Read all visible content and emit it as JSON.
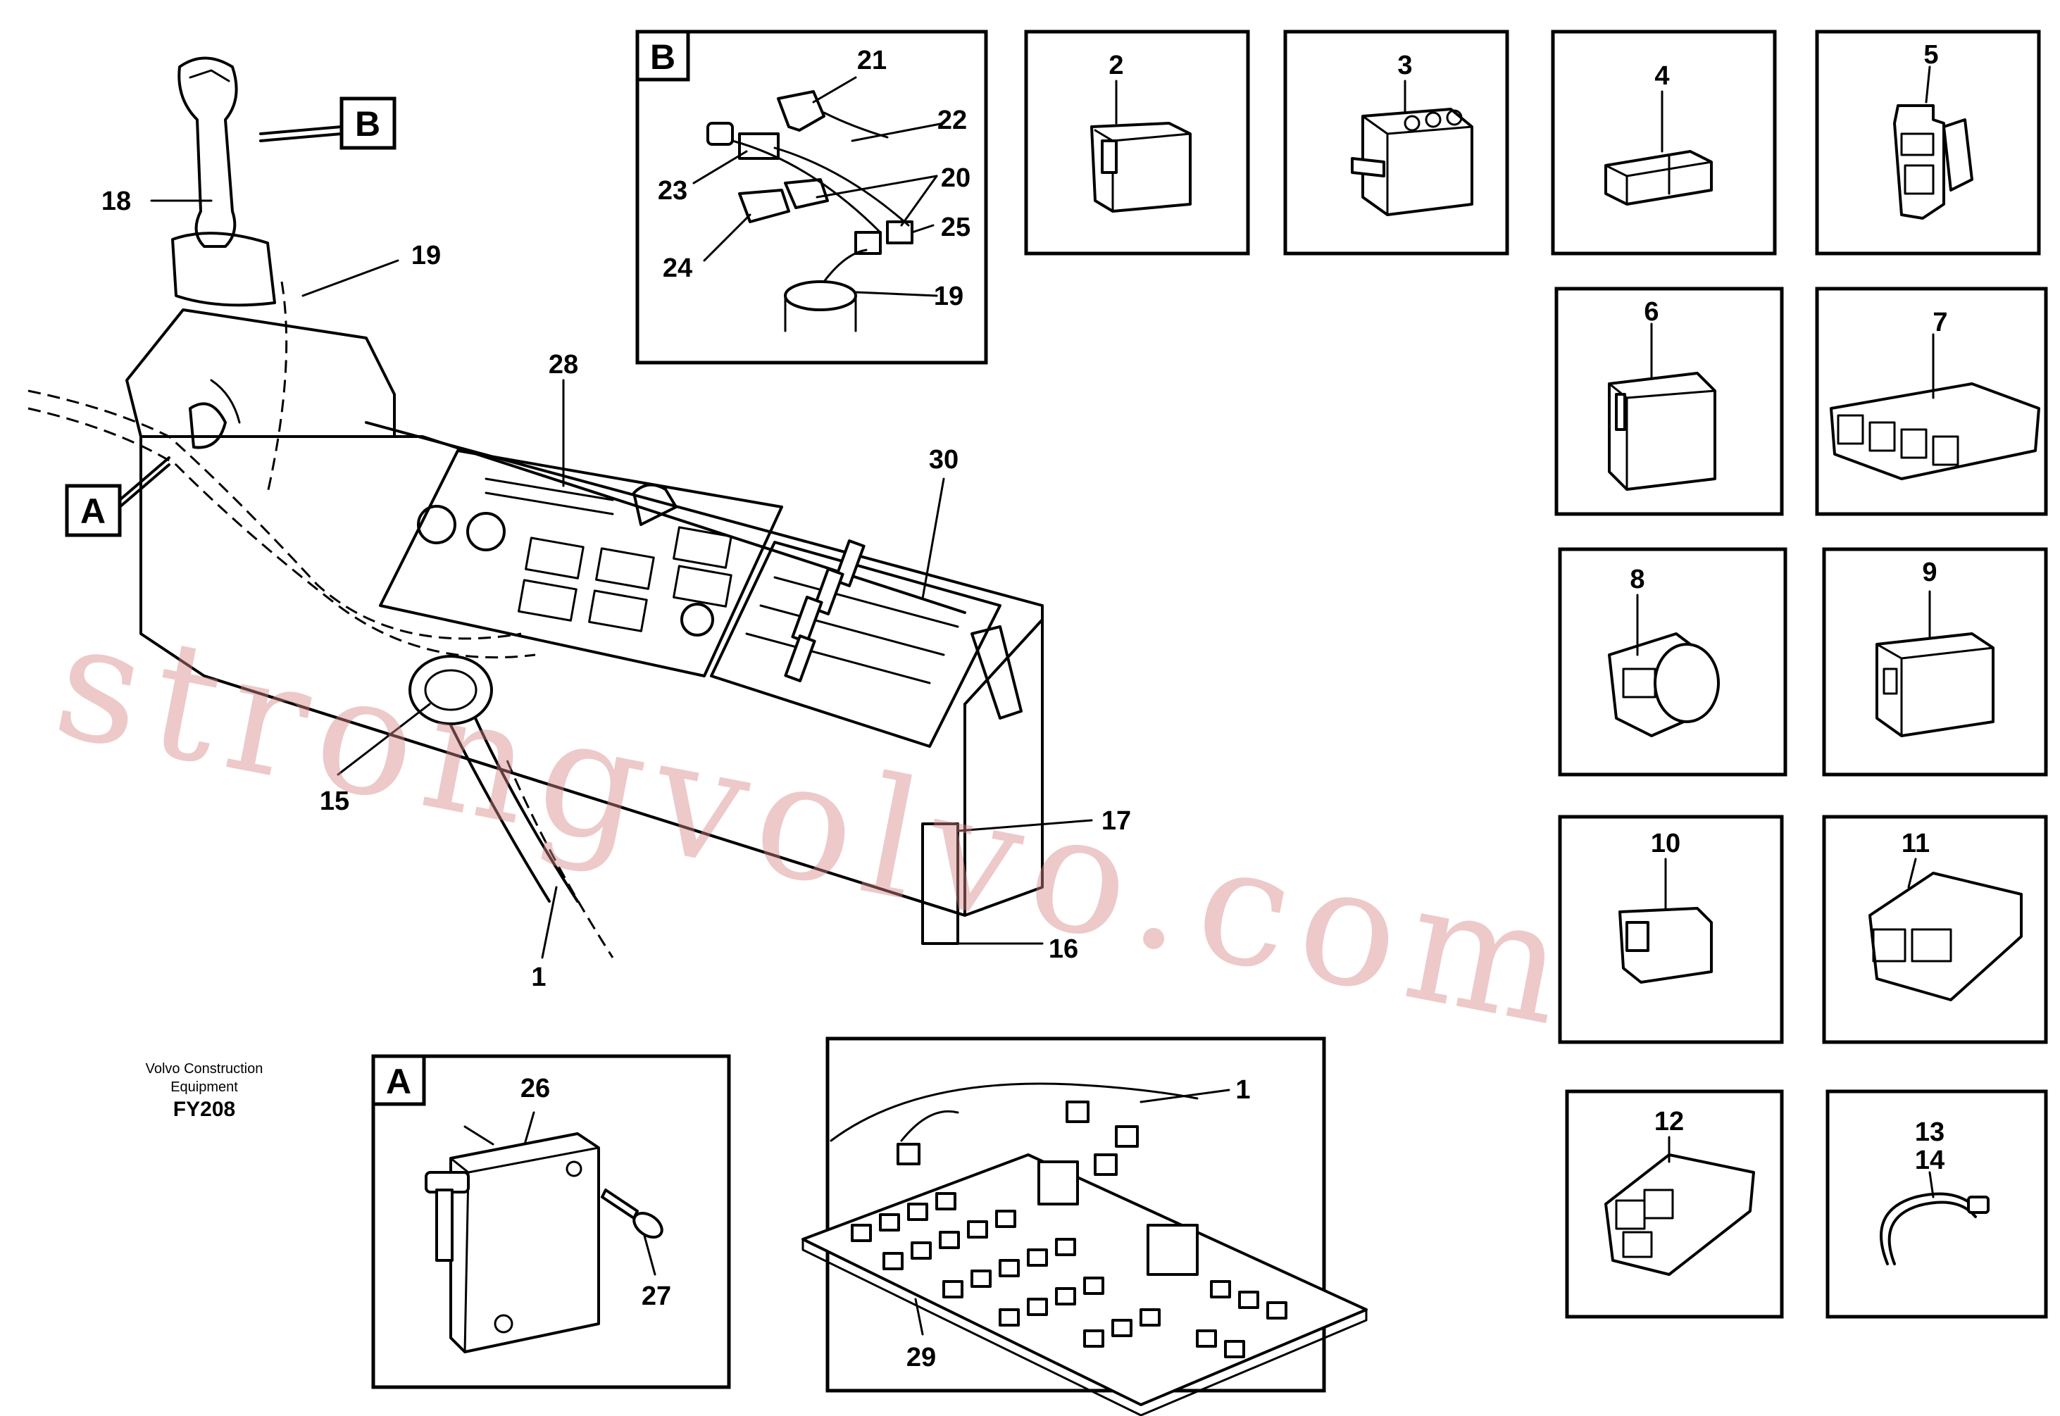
{
  "tags": {
    "a": "A",
    "b": "B"
  },
  "panels": {
    "b_detail": {
      "tag": "B",
      "labels": [
        "21",
        "22",
        "20",
        "23",
        "25",
        "24",
        "19"
      ]
    },
    "a_detail": {
      "tag": "A",
      "labels": [
        "26",
        "27"
      ]
    },
    "board": {
      "labels": [
        "1",
        "29"
      ]
    }
  },
  "main_labels": {
    "l18": "18",
    "l19": "19",
    "l28": "28",
    "l30": "30",
    "l15": "15",
    "l17": "17",
    "l16": "16",
    "l1": "1"
  },
  "part_labels": {
    "p2": "2",
    "p3": "3",
    "p4": "4",
    "p5": "5",
    "p6": "6",
    "p7": "7",
    "p8": "8",
    "p9": "9",
    "p10": "10",
    "p11": "11",
    "p12": "12",
    "p13": "13",
    "p14": "14"
  },
  "credit": {
    "line1": "Volvo Construction",
    "line2": "Equipment",
    "code": "FY208"
  },
  "watermark": "strongvolvo.com"
}
